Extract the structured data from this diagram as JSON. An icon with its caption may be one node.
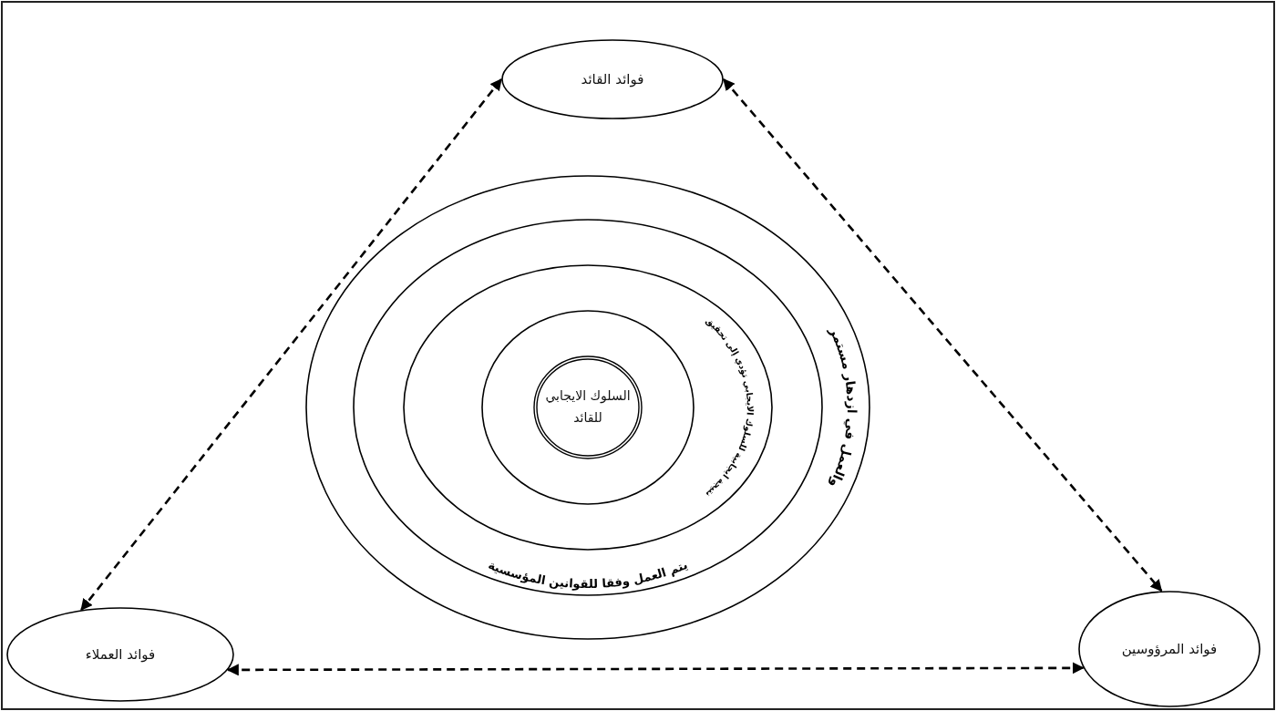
{
  "diagram": {
    "nodes": [
      {
        "text": [
          "فوائد القائد"
        ]
      },
      {
        "text": [
          "والعمل في ازدهار مستمر"
        ]
      },
      {
        "text": [
          "يتم العمل وفقا للقوانين المؤسسية"
        ],
        "in": 1
      },
      {
        "text": [
          "نتيجة ايجابية للسلوك الايجابي تؤدي إلى تحقيق"
        ],
        "in": 2
      },
      {
        "text": [],
        "shape": "circle",
        "in": 3
      },
      {
        "text": [
          "السلوك الايجابي للقائد"
        ],
        "in": 4
      },
      {
        "text": [
          "فوائد العملاء"
        ]
      },
      {
        "text": [
          "فوائد المرؤوسين"
        ]
      }
    ],
    "edges": [
      {
        "from": 0,
        "to": 6,
        "arrow": "both",
        "style": "dashed"
      },
      {
        "from": 0,
        "to": 7,
        "arrow": "both",
        "style": "dashed"
      },
      {
        "from": 6,
        "to": 7,
        "arrow": "both",
        "style": "dashed"
      }
    ]
  }
}
